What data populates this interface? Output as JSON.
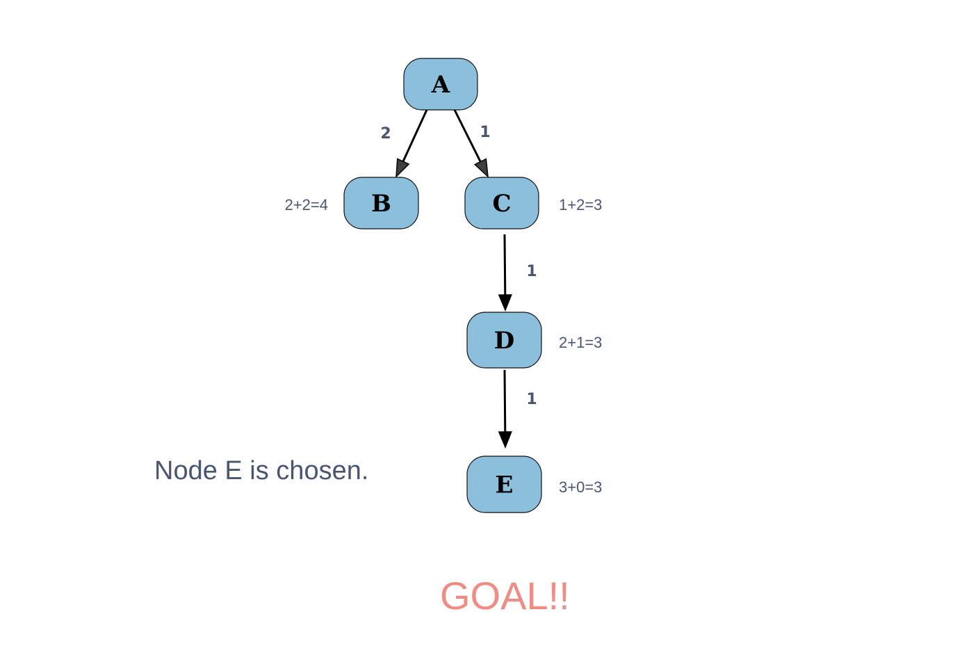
{
  "nodes": [
    {
      "id": "A",
      "label": "A",
      "cost": ""
    },
    {
      "id": "B",
      "label": "B",
      "cost": "2+2=4"
    },
    {
      "id": "C",
      "label": "C",
      "cost": "1+2=3"
    },
    {
      "id": "D",
      "label": "D",
      "cost": "2+1=3"
    },
    {
      "id": "E",
      "label": "E",
      "cost": "3+0=3"
    }
  ],
  "edges": [
    {
      "from": "A",
      "to": "B",
      "weight": "2"
    },
    {
      "from": "A",
      "to": "C",
      "weight": "1"
    },
    {
      "from": "C",
      "to": "D",
      "weight": "1"
    },
    {
      "from": "D",
      "to": "E",
      "weight": "1"
    }
  ],
  "caption": "Node E is chosen.",
  "goal_text": "GOAL!!",
  "colors": {
    "node_fill": "#8bbfdc",
    "text_muted": "#4a5570",
    "goal": "#ee8c86"
  }
}
